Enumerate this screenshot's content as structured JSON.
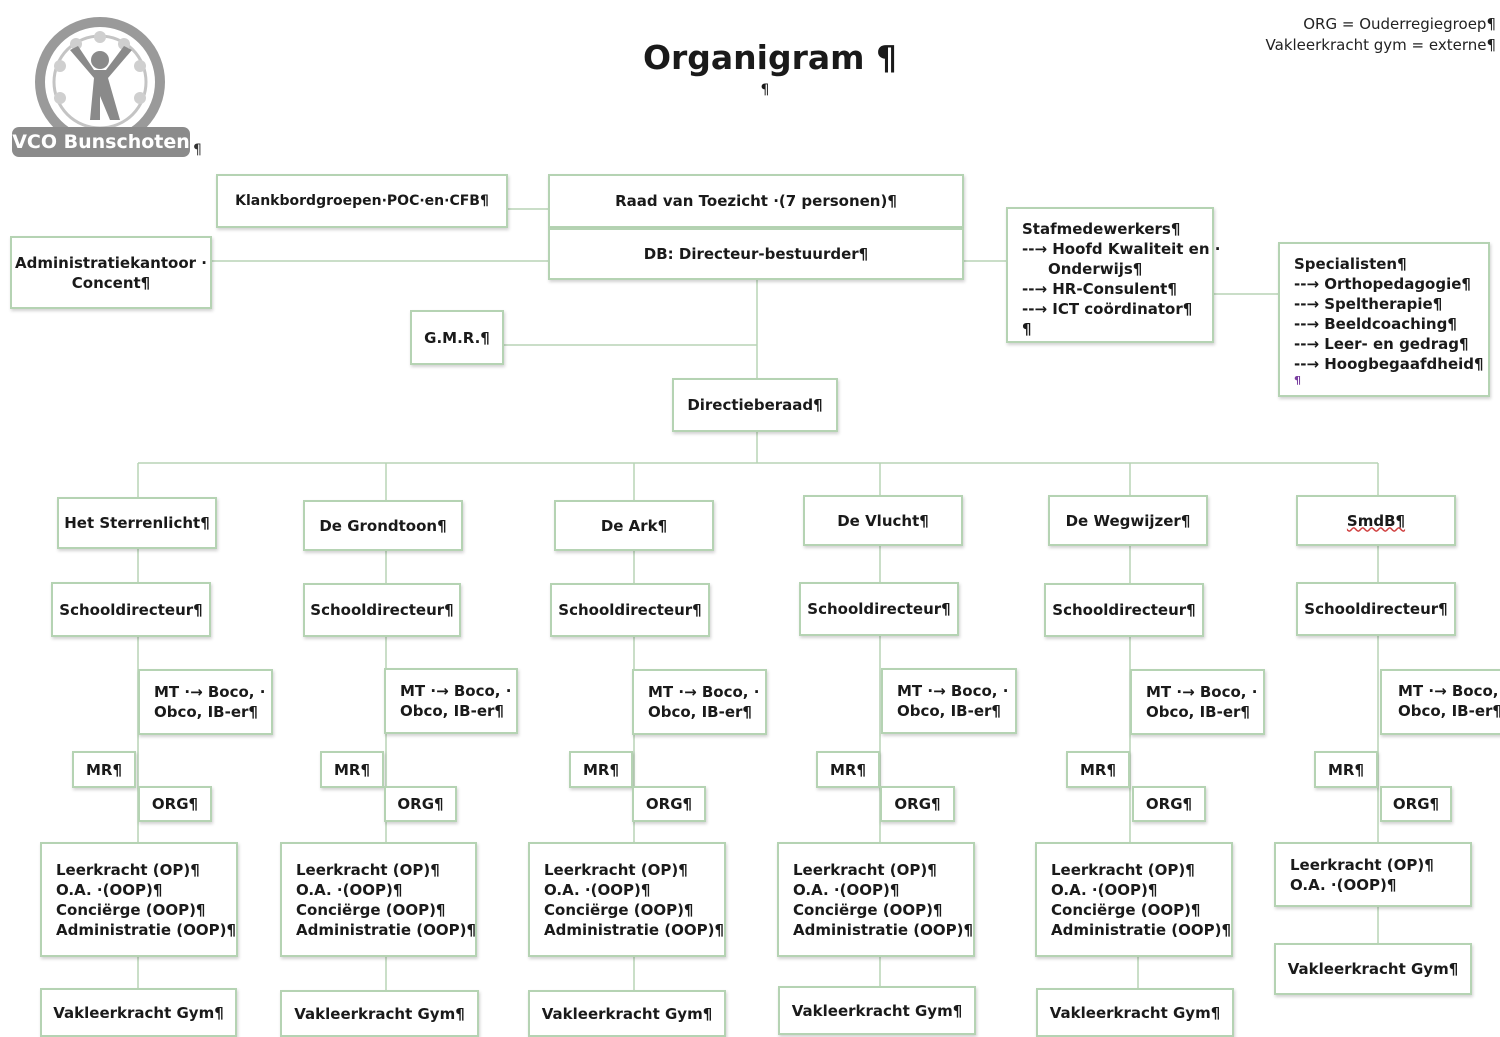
{
  "title": "Organigram ¶",
  "title_mark": "¶",
  "legend": [
    "ORG = Ouderregiegroep¶",
    "Vakleerkracht gym = externe¶"
  ],
  "logo": {
    "text": "VCO Bunschoten",
    "mark": "¶"
  },
  "colors": {
    "border": "#b5d3b3",
    "line": "#b8d4b6",
    "logo_bg": "#8b8b8b"
  },
  "top": {
    "klankbord": "Klankbordgroepen·POC·en·CFB¶",
    "raad": "Raad van Toezicht ·(7 personen)¶",
    "db": "DB: Directeur-bestuurder¶",
    "admin": [
      "Administratiekantoor ·",
      "Concent¶"
    ],
    "gmr": "G.M.R.¶",
    "directieberaad": "Directieberaad¶"
  },
  "staf": [
    "Stafmedewerkers¶",
    "--→ Hoofd Kwaliteit en ·",
    "Onderwijs¶",
    "--→ HR-Consulent¶",
    "--→ ICT coördinator¶",
    "¶"
  ],
  "specialisten": [
    "Specialisten¶",
    "--→ Orthopedagogie¶",
    "--→ Speltherapie¶",
    "--→ Beeldcoaching¶",
    "--→ Leer- en gedrag¶",
    "--→ Hoogbegaafdheid¶",
    "¶"
  ],
  "schools": [
    {
      "name": "Het Sterrenlicht¶",
      "director": "Schooldirecteur¶",
      "mt": [
        "MT ·→ Boco, ·",
        "Obco, IB-er¶"
      ],
      "mr": "MR¶",
      "org": "ORG¶",
      "staff": [
        "Leerkracht (OP)¶",
        "O.A. ·(OOP)¶",
        "Conciërge (OOP)¶",
        "Administratie (OOP)¶"
      ],
      "gym": "Vakleerkracht Gym¶"
    },
    {
      "name": "De Grondtoon¶",
      "director": "Schooldirecteur¶",
      "mt": [
        "MT ·→ Boco, ·",
        "Obco, IB-er¶"
      ],
      "mr": "MR¶",
      "org": "ORG¶",
      "staff": [
        "Leerkracht (OP)¶",
        "O.A. ·(OOP)¶",
        "Conciërge (OOP)¶",
        "Administratie (OOP)¶"
      ],
      "gym": "Vakleerkracht Gym¶"
    },
    {
      "name": "De Ark¶",
      "director": "Schooldirecteur¶",
      "mt": [
        "MT ·→ Boco, ·",
        "Obco, IB-er¶"
      ],
      "mr": "MR¶",
      "org": "ORG¶",
      "staff": [
        "Leerkracht (OP)¶",
        "O.A. ·(OOP)¶",
        "Conciërge (OOP)¶",
        "Administratie (OOP)¶"
      ],
      "gym": "Vakleerkracht Gym¶"
    },
    {
      "name": "De Vlucht¶",
      "director": "Schooldirecteur¶",
      "mt": [
        "MT ·→ Boco, ·",
        "Obco, IB-er¶"
      ],
      "mr": "MR¶",
      "org": "ORG¶",
      "staff": [
        "Leerkracht (OP)¶",
        "O.A. ·(OOP)¶",
        "Conciërge (OOP)¶",
        "Administratie (OOP)¶"
      ],
      "gym": "Vakleerkracht Gym¶"
    },
    {
      "name": "De Wegwijzer¶",
      "director": "Schooldirecteur¶",
      "mt": [
        "MT ·→ Boco, ·",
        "Obco, IB-er¶"
      ],
      "mr": "MR¶",
      "org": "ORG¶",
      "staff": [
        "Leerkracht (OP)¶",
        "O.A. ·(OOP)¶",
        "Conciërge (OOP)¶",
        "Administratie (OOP)¶"
      ],
      "gym": "Vakleerkracht Gym¶"
    },
    {
      "name": "SmdB¶",
      "director": "Schooldirecteur¶",
      "mt": [
        "MT ·→ Boco, ·",
        "Obco, IB-er¶"
      ],
      "mr": "MR¶",
      "org": "ORG¶",
      "staff": [
        "Leerkracht (OP)¶",
        "O.A. ·(OOP)¶"
      ],
      "gym": "Vakleerkracht Gym¶"
    }
  ]
}
